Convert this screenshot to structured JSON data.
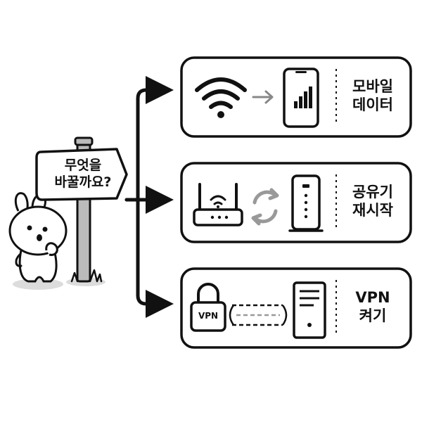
{
  "sign": {
    "line1": "무엇을",
    "line2": "바꿀까요?"
  },
  "options": [
    {
      "line1": "모바일",
      "line2": "데이터",
      "icons": [
        "wifi-icon",
        "arrow-right-icon",
        "smartphone-signal-icon"
      ]
    },
    {
      "line1": "공유기",
      "line2": "재시작",
      "icons": [
        "router-icon",
        "refresh-icon",
        "modem-icon"
      ]
    },
    {
      "line1": "VPN",
      "line2": "켜기",
      "lock_label": "VPN",
      "icons": [
        "padlock-icon",
        "vpn-tunnel-icon",
        "server-icon"
      ]
    }
  ],
  "colors": {
    "ink": "#111111",
    "arrow_gray": "#888888",
    "post_gray": "#bbbbbb",
    "shadow": "#dcdcdc"
  }
}
